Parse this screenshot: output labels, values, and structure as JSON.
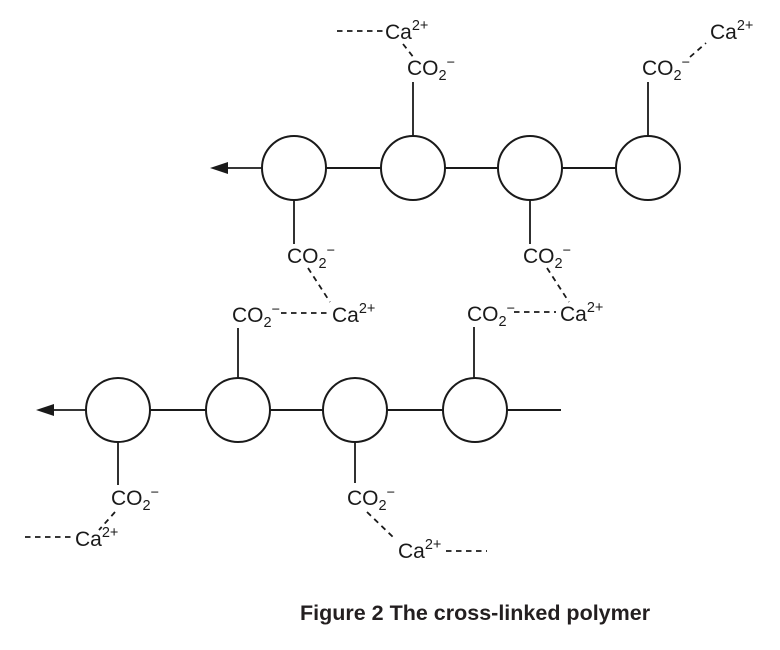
{
  "figure": {
    "caption": "Figure 2 The cross-linked polymer"
  },
  "labels": {
    "carboxylate": {
      "main": "CO",
      "sub": "2",
      "sup": "−"
    },
    "calcium": {
      "main": "Ca",
      "sup": "2+"
    }
  },
  "colors": {
    "ink": "#1a1a1a",
    "caption_ink": "#231f20",
    "paper": "#ffffff"
  }
}
